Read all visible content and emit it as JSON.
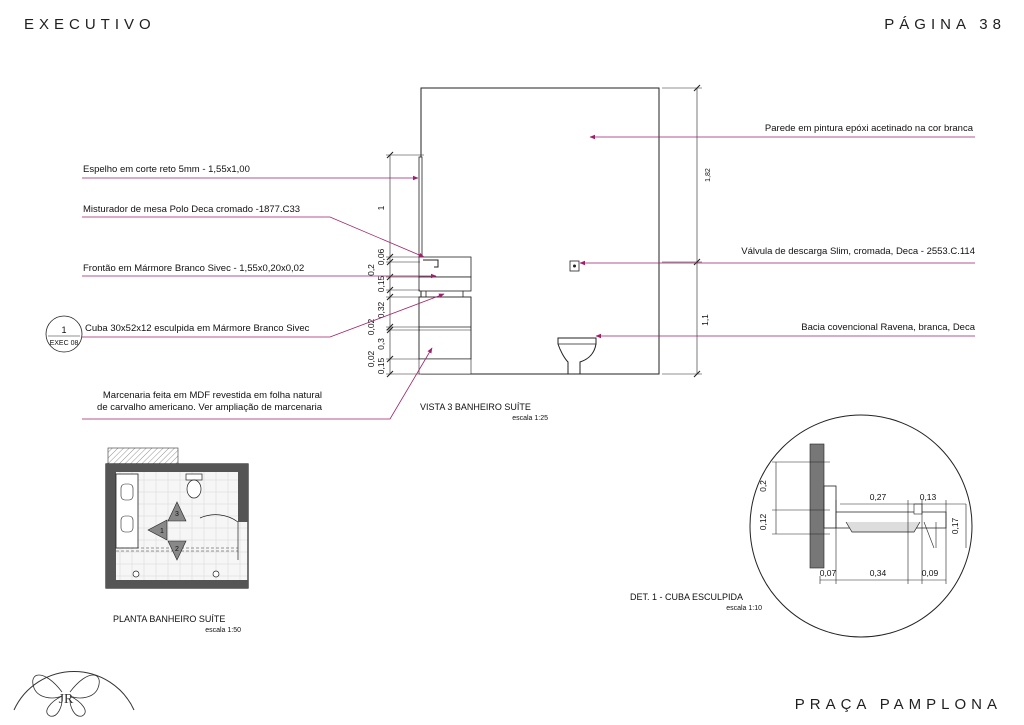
{
  "header": {
    "left": "EXECUTIVO",
    "right": "PÁGINA 38"
  },
  "footer": {
    "project": "PRAÇA PAMPLONA"
  },
  "logo": {
    "text": "JR",
    "icon": "butterfly-icon"
  },
  "elevation": {
    "title": "VISTA 3 BANHEIRO SUÍTE",
    "scale": "escala 1:25",
    "notes": {
      "espelho": "Espelho em corte reto 5mm - 1,55x1,00",
      "misturador": "Misturador de mesa Polo Deca cromado -1877.C33",
      "frontao": "Frontão em Mármore Branco Sivec - 1,55x0,20x0,02",
      "cuba": "Cuba 30x52x12 esculpida em Mármore Branco Sivec",
      "marcenaria_1": "Marcenaria feita em MDF revestida em folha natural",
      "marcenaria_2": "de carvalho americano. Ver ampliação de marcenaria",
      "parede": "Parede em pintura epóxi acetinado na cor branca",
      "valvula": "Válvula de descarga Slim, cromada, Deca - 2553.C.114",
      "bacia": "Bacia covencional Ravena, branca, Deca"
    },
    "callout": {
      "number": "1",
      "sheet": "EXEC 08"
    },
    "dims_left": [
      "1",
      "0,06",
      "0,2",
      "0,15",
      "0,32",
      "0,02",
      "0,3",
      "0,02",
      "0,15"
    ],
    "dims_right": [
      "1,82",
      "1,1"
    ]
  },
  "plan": {
    "title": "PLANTA BANHEIRO SUÍTE",
    "scale": "escala 1:50",
    "markers": [
      "1",
      "2",
      "3"
    ]
  },
  "detail": {
    "title": "DET. 1 - CUBA ESCULPIDA",
    "scale": "escala 1:10",
    "dims": [
      "0,2",
      "0,12",
      "0,27",
      "0,13",
      "0,17",
      "0,07",
      "0,34",
      "0,09"
    ]
  },
  "colors": {
    "leader": "#9e1f6b",
    "line": "#222222"
  }
}
